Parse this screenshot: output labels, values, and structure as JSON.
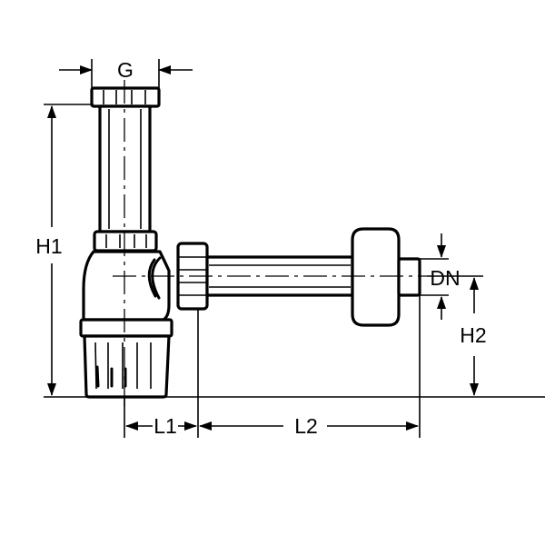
{
  "labels": {
    "g": "G",
    "h1": "H1",
    "h2": "H2",
    "dn": "DN",
    "l1": "L1",
    "l2": "L2"
  },
  "colors": {
    "ink": "#000000",
    "paper": "#ffffff"
  }
}
